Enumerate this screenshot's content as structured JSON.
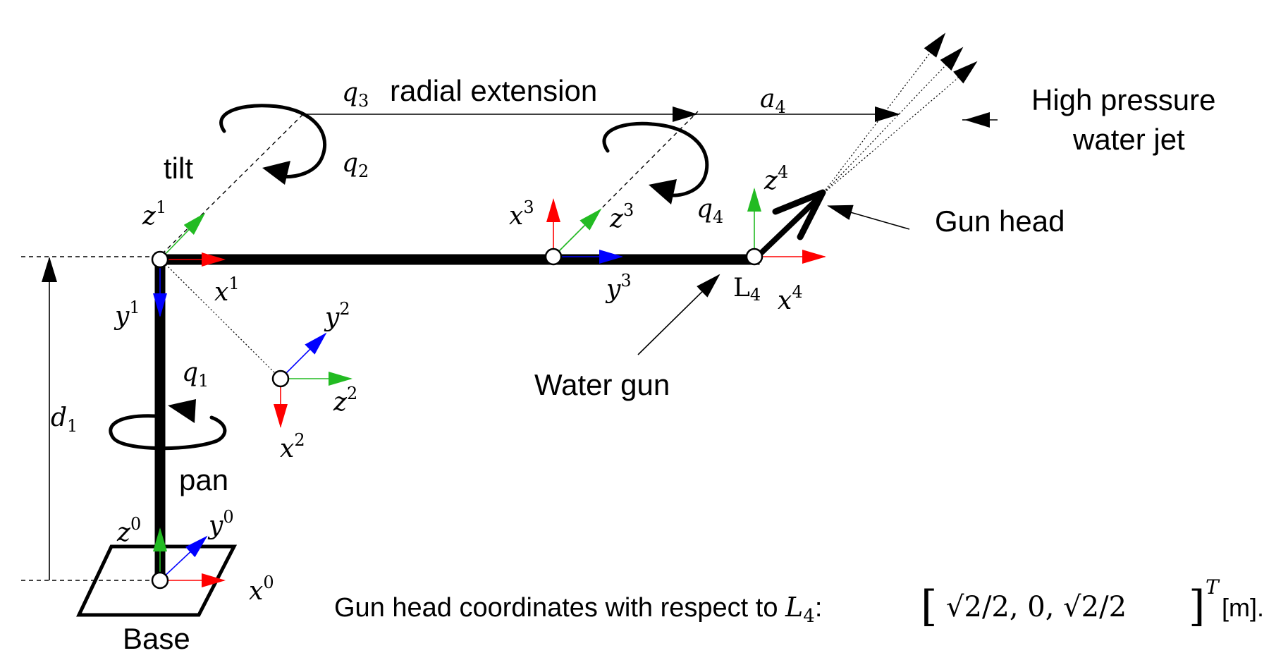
{
  "labels": {
    "radial_extension": "radial extension",
    "tilt": "tilt",
    "pan": "pan",
    "base": "Base",
    "gun_head": "Gun head",
    "water_gun": "Water gun",
    "jet_line1": "High pressure",
    "jet_line2": "water jet",
    "l4": "L",
    "l4_sub": "4"
  },
  "frames": {
    "x0": "x",
    "y0": "y",
    "z0": "z",
    "sup0": "0",
    "x1": "x",
    "y1": "y",
    "z1": "z",
    "sup1": "1",
    "x2": "x",
    "y2": "y",
    "z2": "z",
    "sup2": "2",
    "x3": "x",
    "y3": "y",
    "z3": "z",
    "sup3": "3",
    "x4": "x",
    "z4": "z",
    "sup4": "4"
  },
  "variables": {
    "q1": "q",
    "q1_sub": "1",
    "q2": "q",
    "q2_sub": "2",
    "q3": "q",
    "q3_sub": "3",
    "q4": "q",
    "q4_sub": "4",
    "a4": "a",
    "a4_sub": "4",
    "d1": "d",
    "d1_sub": "1"
  },
  "caption": {
    "prefix": "Gun head coordinates with respect to ",
    "L": "L",
    "L_sub": "4",
    "colon": ":",
    "vector": "√2/2, 0, √2/2",
    "T": "T",
    "unit": "[m]."
  },
  "colors": {
    "x_axis": "#ff0000",
    "y_axis": "#0000ff",
    "z_axis": "#22bb22",
    "link": "#000000"
  }
}
